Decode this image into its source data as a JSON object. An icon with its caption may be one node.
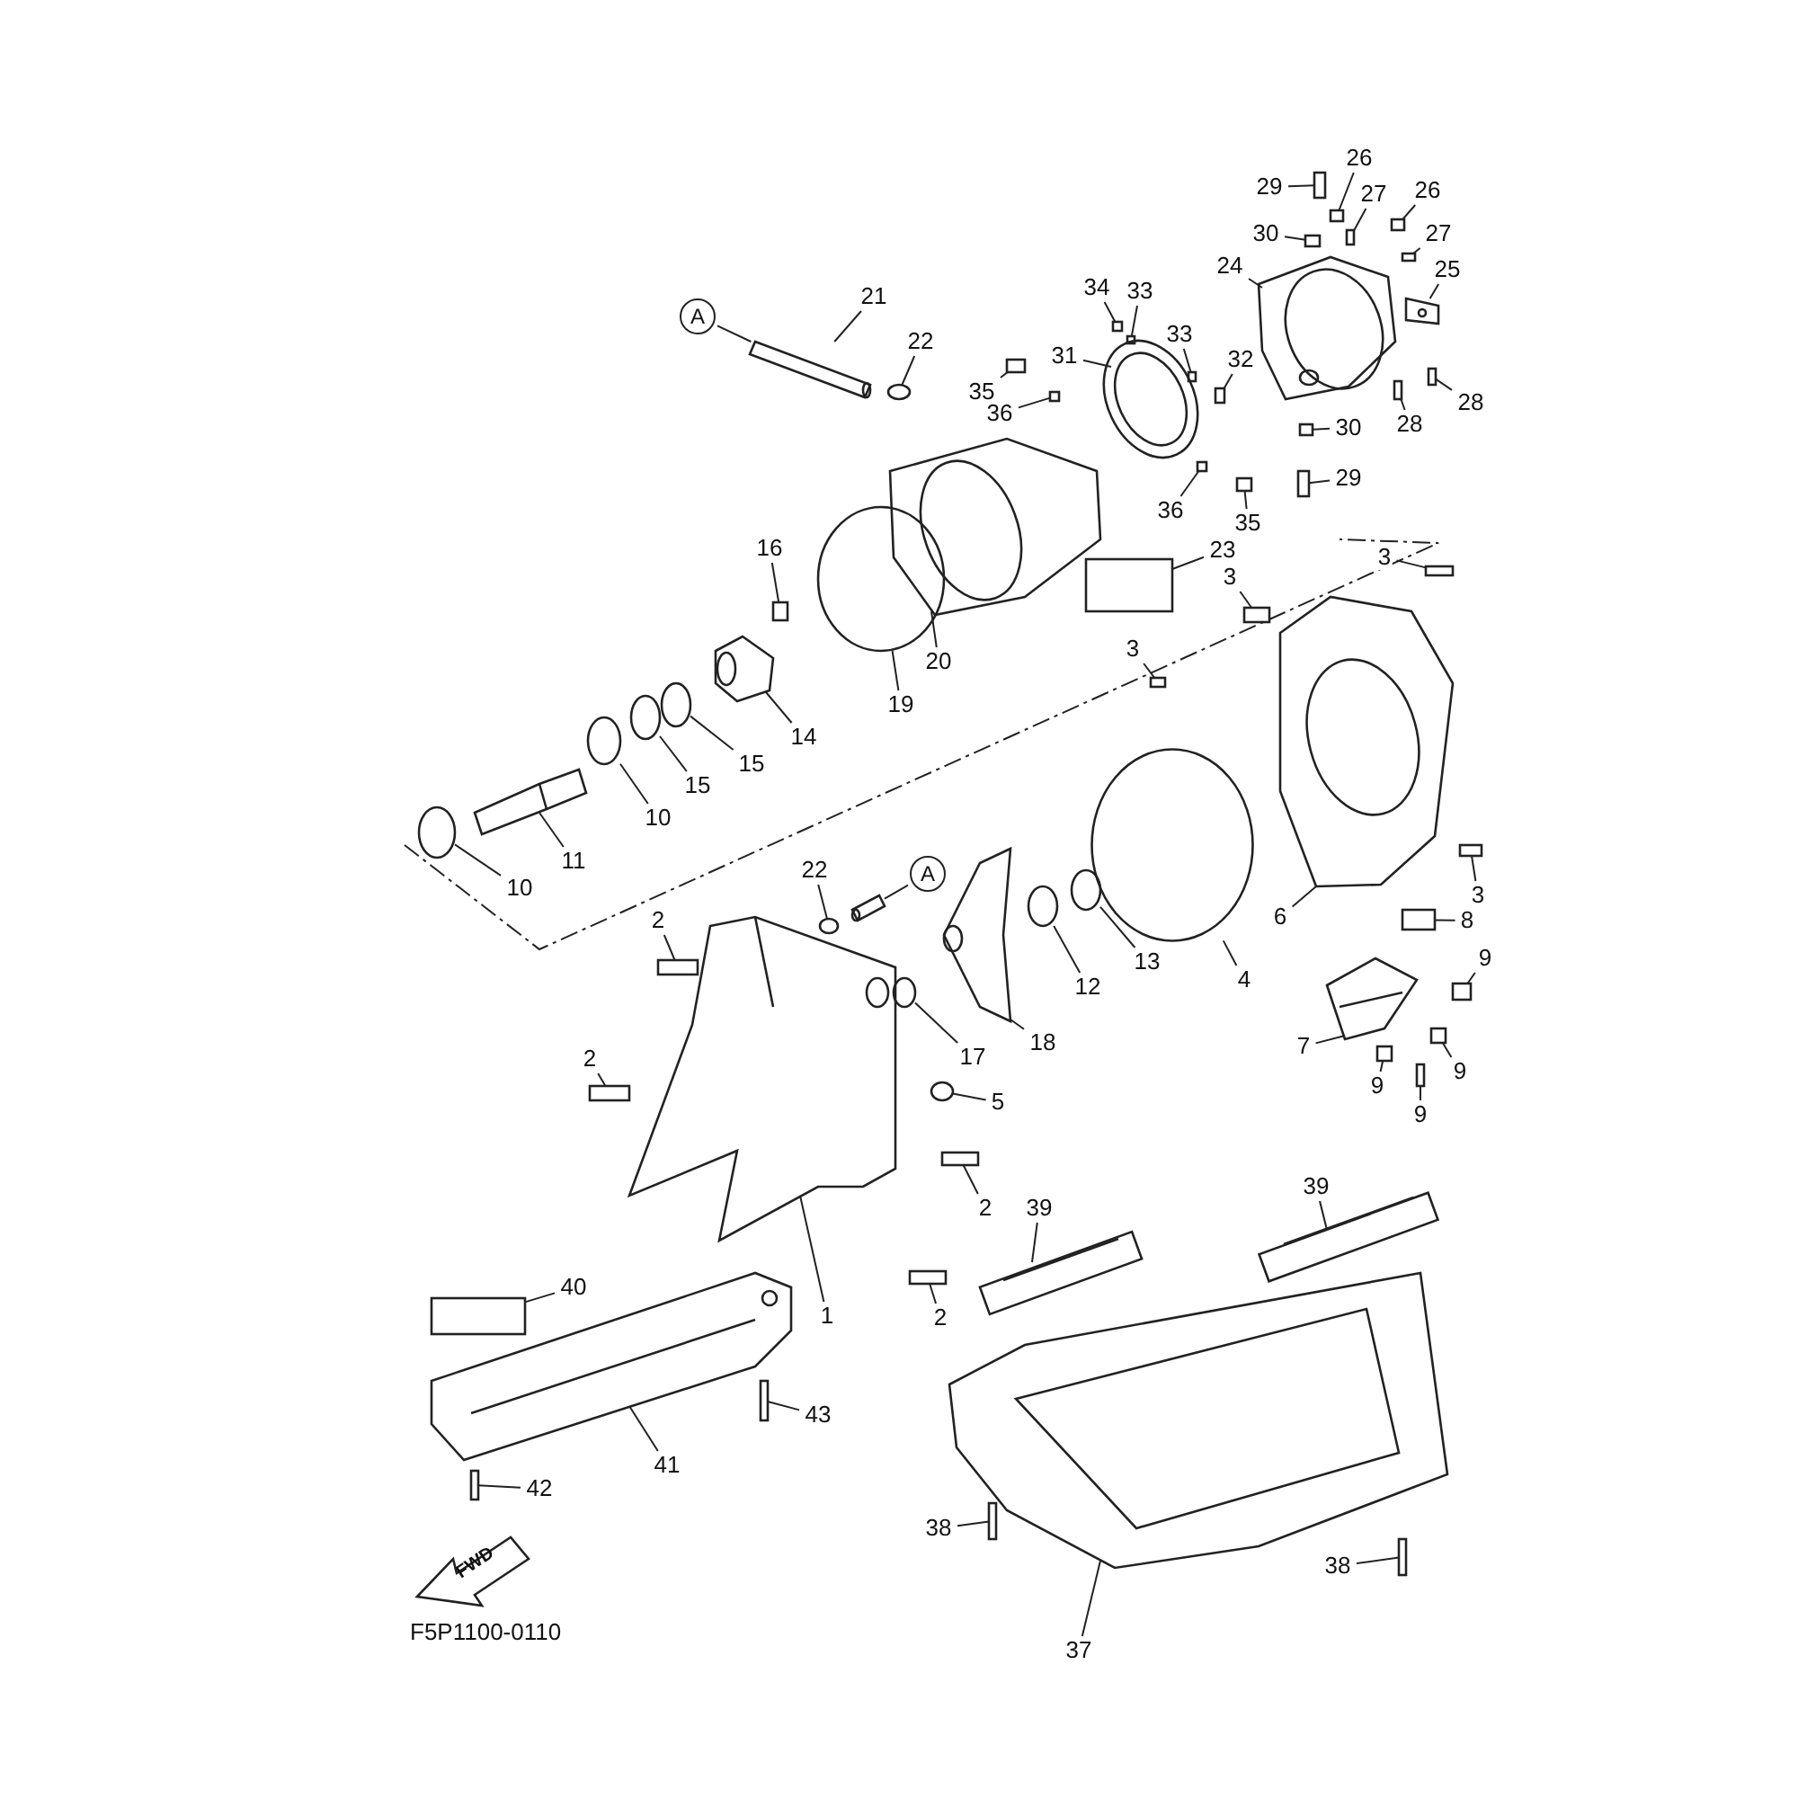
{
  "diagram": {
    "nodes": [
      {
        "text": [
          "29"
        ]
      },
      {
        "text": [
          "26"
        ]
      },
      {
        "text": [
          "27"
        ]
      },
      {
        "text": [
          "26"
        ]
      },
      {
        "text": [
          "27"
        ]
      },
      {
        "text": [
          "30"
        ]
      },
      {
        "text": [
          "24"
        ]
      },
      {
        "text": [
          "25"
        ]
      },
      {
        "text": [
          "28"
        ]
      },
      {
        "text": [
          "28"
        ]
      },
      {
        "text": [
          "34"
        ]
      },
      {
        "text": [
          "33"
        ]
      },
      {
        "text": [
          "33"
        ]
      },
      {
        "text": [
          "32"
        ]
      },
      {
        "text": [
          "31"
        ]
      },
      {
        "text": [
          "35"
        ]
      },
      {
        "text": [
          "36"
        ]
      },
      {
        "text": [
          "21"
        ]
      },
      {
        "text": [
          "22"
        ]
      },
      {
        "text": [
          "A"
        ]
      },
      {
        "text": [
          "30"
        ]
      },
      {
        "text": [
          "29"
        ]
      },
      {
        "text": [
          "36"
        ]
      },
      {
        "text": [
          "35"
        ]
      },
      {
        "text": [
          "23"
        ]
      },
      {
        "text": [
          "3"
        ]
      },
      {
        "text": [
          "3"
        ]
      },
      {
        "text": [
          "3"
        ]
      },
      {
        "text": [
          "3"
        ]
      },
      {
        "text": [
          "16"
        ]
      },
      {
        "text": [
          "19"
        ]
      },
      {
        "text": [
          "20"
        ]
      },
      {
        "text": [
          "14"
        ]
      },
      {
        "text": [
          "15"
        ]
      },
      {
        "text": [
          "15"
        ]
      },
      {
        "text": [
          "10"
        ]
      },
      {
        "text": [
          "11"
        ]
      },
      {
        "text": [
          "10"
        ]
      },
      {
        "text": [
          "22"
        ]
      },
      {
        "text": [
          "A"
        ]
      },
      {
        "text": [
          "4"
        ]
      },
      {
        "text": [
          "6"
        ]
      },
      {
        "text": [
          "8"
        ]
      },
      {
        "text": [
          "12"
        ]
      },
      {
        "text": [
          "13"
        ]
      },
      {
        "text": [
          "18"
        ]
      },
      {
        "text": [
          "17"
        ]
      },
      {
        "text": [
          "5"
        ]
      },
      {
        "text": [
          "7"
        ]
      },
      {
        "text": [
          "9"
        ]
      },
      {
        "text": [
          "9"
        ]
      },
      {
        "text": [
          "9"
        ]
      },
      {
        "text": [
          "9"
        ]
      },
      {
        "text": [
          "2"
        ]
      },
      {
        "text": [
          "2"
        ]
      },
      {
        "text": [
          "2"
        ]
      },
      {
        "text": [
          "2"
        ]
      },
      {
        "text": [
          "1"
        ]
      },
      {
        "text": [
          "39"
        ]
      },
      {
        "text": [
          "39"
        ]
      },
      {
        "text": [
          "40"
        ]
      },
      {
        "text": [
          "41"
        ]
      },
      {
        "text": [
          "42"
        ]
      },
      {
        "text": [
          "43"
        ]
      },
      {
        "text": [
          "38"
        ]
      },
      {
        "text": [
          "38"
        ]
      },
      {
        "text": [
          "37"
        ]
      },
      {
        "text": [],
        "shape": "box"
      },
      {
        "text": [],
        "shape": "box"
      },
      {
        "text": [],
        "shape": "box"
      },
      {
        "text": [],
        "shape": "box"
      },
      {
        "text": [],
        "shape": "box"
      },
      {
        "text": [],
        "shape": "box"
      },
      {
        "text": [],
        "shape": "picture"
      },
      {
        "text": [],
        "shape": "picture"
      },
      {
        "text": [],
        "shape": "box"
      },
      {
        "text": [],
        "shape": "box"
      },
      {
        "text": [],
        "shape": "box"
      },
      {
        "text": [],
        "shape": "box"
      },
      {
        "text": [],
        "shape": "box"
      },
      {
        "text": [],
        "shape": "box"
      },
      {
        "text": [],
        "shape": "picture"
      },
      {
        "text": [],
        "shape": "box"
      },
      {
        "text": [],
        "shape": "box"
      },
      {
        "text": [],
        "shape": "picture"
      },
      {
        "text": [],
        "shape": "circle"
      },
      {
        "text": [],
        "shape": "box"
      },
      {
        "text": [],
        "shape": "box"
      },
      {
        "text": [],
        "shape": "box"
      },
      {
        "text": [],
        "shape": "box"
      },
      {
        "text": [],
        "shape": "box"
      },
      {
        "text": [],
        "shape": "box"
      },
      {
        "text": [],
        "shape": "box"
      },
      {
        "text": [],
        "shape": "box"
      },
      {
        "text": [],
        "shape": "box"
      },
      {
        "text": [],
        "shape": "box"
      },
      {
        "text": [],
        "shape": "circle"
      },
      {
        "text": [],
        "shape": "picture"
      },
      {
        "text": [],
        "shape": "picture"
      },
      {
        "text": [],
        "shape": "circle"
      },
      {
        "text": [],
        "shape": "circle"
      },
      {
        "text": [],
        "shape": "circle"
      },
      {
        "text": [],
        "shape": "picture"
      },
      {
        "text": [],
        "shape": "circle"
      },
      {
        "text": [],
        "shape": "circle"
      },
      {
        "text": [],
        "shape": "picture"
      },
      {
        "text": [],
        "shape": "circle"
      },
      {
        "text": [],
        "shape": "picture"
      },
      {
        "text": [],
        "shape": "box"
      },
      {
        "text": [],
        "shape": "circle"
      },
      {
        "text": [],
        "shape": "circle"
      },
      {
        "text": [],
        "shape": "picture"
      },
      {
        "text": [],
        "shape": "circle"
      },
      {
        "text": [],
        "shape": "circle"
      },
      {
        "text": [],
        "shape": "picture"
      },
      {
        "text": [],
        "shape": "box"
      },
      {
        "text": [],
        "shape": "box"
      },
      {
        "text": [],
        "shape": "box"
      },
      {
        "text": [],
        "shape": "box"
      },
      {
        "text": [],
        "shape": "box"
      },
      {
        "text": [],
        "shape": "box"
      },
      {
        "text": [],
        "shape": "box"
      },
      {
        "text": [],
        "shape": "box"
      },
      {
        "text": [],
        "shape": "picture"
      },
      {
        "text": [],
        "shape": "picture"
      },
      {
        "text": [],
        "shape": "picture"
      },
      {
        "text": [],
        "shape": "box"
      },
      {
        "text": [],
        "shape": "picture"
      },
      {
        "text": [],
        "shape": "box"
      },
      {
        "text": [],
        "shape": "box"
      },
      {
        "text": [],
        "shape": "box"
      },
      {
        "text": [],
        "shape": "box"
      },
      {
        "text": [],
        "shape": "picture"
      }
    ],
    "edges": [
      {
        "from": 0,
        "to": 67,
        "arrow": "none"
      },
      {
        "from": 1,
        "to": 68,
        "arrow": "none"
      },
      {
        "from": 2,
        "to": 69,
        "arrow": "none"
      },
      {
        "from": 3,
        "to": 70,
        "arrow": "none"
      },
      {
        "from": 4,
        "to": 71,
        "arrow": "none"
      },
      {
        "from": 5,
        "to": 72,
        "arrow": "none"
      },
      {
        "from": 6,
        "to": 73,
        "arrow": "none"
      },
      {
        "from": 7,
        "to": 74,
        "arrow": "none"
      },
      {
        "from": 8,
        "to": 75,
        "arrow": "none"
      },
      {
        "from": 9,
        "to": 76,
        "arrow": "none"
      },
      {
        "from": 10,
        "to": 77,
        "arrow": "none"
      },
      {
        "from": 11,
        "to": 78,
        "arrow": "none"
      },
      {
        "from": 12,
        "to": 79,
        "arrow": "none"
      },
      {
        "from": 13,
        "to": 80,
        "arrow": "none"
      },
      {
        "from": 14,
        "to": 81,
        "arrow": "none"
      },
      {
        "from": 15,
        "to": 82,
        "arrow": "none"
      },
      {
        "from": 16,
        "to": 83,
        "arrow": "none"
      },
      {
        "from": 17,
        "to": 84,
        "arrow": "none"
      },
      {
        "from": 18,
        "to": 85,
        "arrow": "none"
      },
      {
        "from": 19,
        "to": 84,
        "arrow": "none"
      },
      {
        "from": 20,
        "to": 86,
        "arrow": "none"
      },
      {
        "from": 21,
        "to": 87,
        "arrow": "none"
      },
      {
        "from": 22,
        "to": 88,
        "arrow": "none"
      },
      {
        "from": 23,
        "to": 89,
        "arrow": "none"
      },
      {
        "from": 24,
        "to": 90,
        "arrow": "none"
      },
      {
        "from": 25,
        "to": 91,
        "arrow": "none"
      },
      {
        "from": 26,
        "to": 92,
        "arrow": "none"
      },
      {
        "from": 27,
        "to": 93,
        "arrow": "none"
      },
      {
        "from": 28,
        "to": 94,
        "arrow": "none"
      },
      {
        "from": 29,
        "to": 95,
        "arrow": "none"
      },
      {
        "from": 30,
        "to": 96,
        "arrow": "none"
      },
      {
        "from": 31,
        "to": 97,
        "arrow": "none"
      },
      {
        "from": 32,
        "to": 98,
        "arrow": "none"
      },
      {
        "from": 33,
        "to": 99,
        "arrow": "none"
      },
      {
        "from": 34,
        "to": 100,
        "arrow": "none"
      },
      {
        "from": 35,
        "to": 101,
        "arrow": "none"
      },
      {
        "from": 36,
        "to": 102,
        "arrow": "none"
      },
      {
        "from": 37,
        "to": 103,
        "arrow": "none"
      },
      {
        "from": 38,
        "to": 104,
        "arrow": "none"
      },
      {
        "from": 39,
        "to": 105,
        "arrow": "none"
      },
      {
        "from": 40,
        "to": 106,
        "arrow": "none"
      },
      {
        "from": 41,
        "to": 107,
        "arrow": "none"
      },
      {
        "from": 42,
        "to": 108,
        "arrow": "none"
      },
      {
        "from": 43,
        "to": 109,
        "arrow": "none"
      },
      {
        "from": 44,
        "to": 110,
        "arrow": "none"
      },
      {
        "from": 45,
        "to": 111,
        "arrow": "none"
      },
      {
        "from": 46,
        "to": 112,
        "arrow": "none"
      },
      {
        "from": 47,
        "to": 113,
        "arrow": "none"
      },
      {
        "from": 48,
        "to": 114,
        "arrow": "none"
      },
      {
        "from": 49,
        "to": 115,
        "arrow": "none"
      },
      {
        "from": 50,
        "to": 116,
        "arrow": "none"
      },
      {
        "from": 51,
        "to": 117,
        "arrow": "none"
      },
      {
        "from": 52,
        "to": 118,
        "arrow": "none"
      },
      {
        "from": 53,
        "to": 119,
        "arrow": "none"
      },
      {
        "from": 54,
        "to": 120,
        "arrow": "none"
      },
      {
        "from": 55,
        "to": 121,
        "arrow": "none"
      },
      {
        "from": 56,
        "to": 122,
        "arrow": "none"
      },
      {
        "from": 57,
        "to": 123,
        "arrow": "none"
      },
      {
        "from": 58,
        "to": 124,
        "arrow": "none"
      },
      {
        "from": 59,
        "to": 125,
        "arrow": "none"
      },
      {
        "from": 60,
        "to": 126,
        "arrow": "none"
      },
      {
        "from": 61,
        "to": 127,
        "arrow": "none"
      },
      {
        "from": 62,
        "to": 128,
        "arrow": "none"
      },
      {
        "from": 63,
        "to": 129,
        "arrow": "none"
      },
      {
        "from": 64,
        "to": 130,
        "arrow": "none"
      },
      {
        "from": 65,
        "to": 131,
        "arrow": "none"
      },
      {
        "from": 66,
        "to": 132,
        "arrow": "none"
      }
    ],
    "labels": [
      "FWD",
      "F5P1100-0110"
    ]
  }
}
